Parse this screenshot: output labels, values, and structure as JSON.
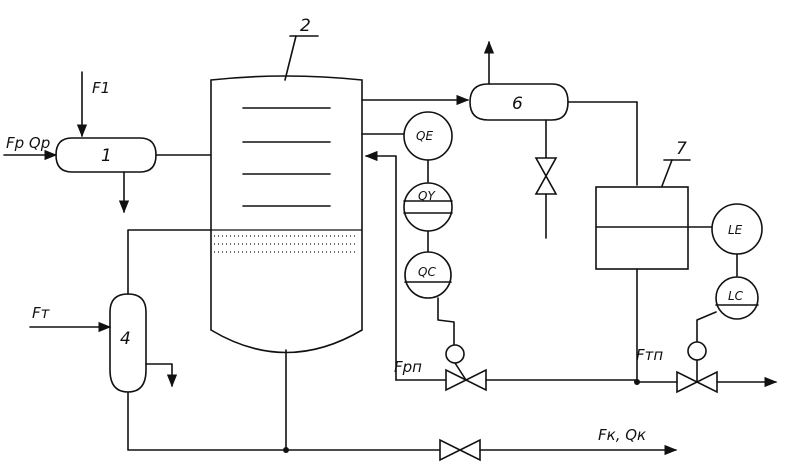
{
  "units": {
    "heater": "1",
    "column": "2",
    "reboiler": "4",
    "condenser": "6",
    "drum": "7"
  },
  "streams": {
    "feed": "Fр Qр",
    "f1": "F1",
    "steam": "Fт",
    "product": "Fк, Qк",
    "reflux": "Fрп",
    "top": "Fтп"
  },
  "instruments": {
    "qe": "QE",
    "qy": "QY",
    "qc": "QC",
    "le": "LE",
    "lc": "LC"
  },
  "colors": {
    "line": "#111111",
    "background": "#ffffff"
  }
}
